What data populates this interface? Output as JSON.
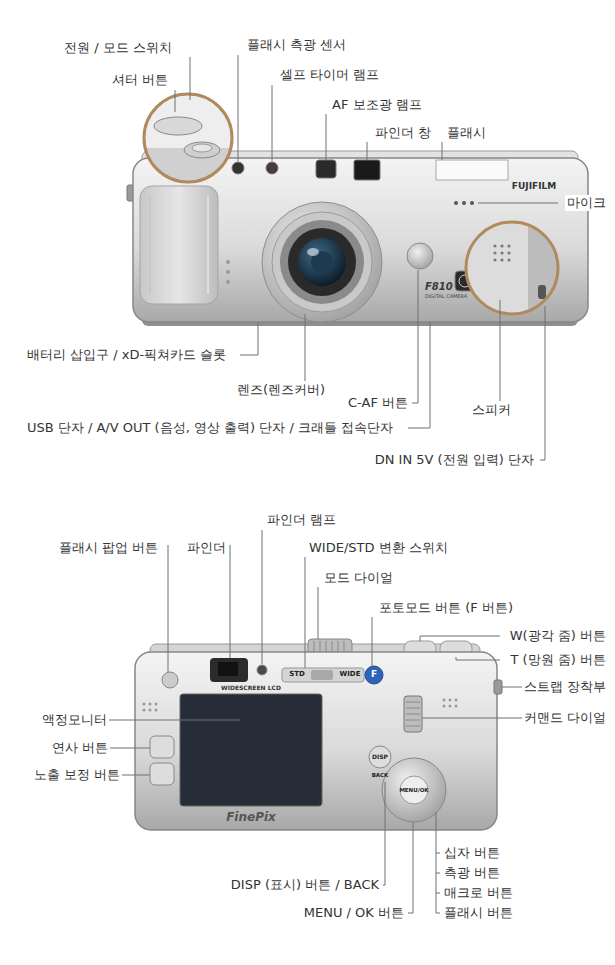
{
  "diagram": {
    "labels": [
      "전원 / 모드 스위치",
      "플래시 측광 센서",
      "셔터 버튼",
      "셀프 타이머 램프",
      "AF 보조광 램프",
      "파인더 창",
      "플래시",
      "FUJIFILM",
      "마이크",
      "F810",
      "DIGITAL CAMERA",
      "배터리 삽입구 / xD-픽쳐카드 슬롯",
      "렌즈(렌즈커버)",
      "C-AF 버튼",
      "스피커",
      "USB 단자 / A/V OUT (음성, 영상 출력) 단자 / 크래들 접속단자",
      "DN IN 5V (전원 입력) 단자",
      "파인더 램프",
      "플래시 팝업 버튼",
      "파인더",
      "WIDE/STD 변환 스위치",
      "모드 다이얼",
      "포토모드 버튼 (F 버튼)",
      "W(광각 줌) 버튼",
      "T (망원 줌) 버튼",
      "STD",
      "WIDE",
      "F",
      "WIDESCREEN LCD",
      "스트랩 장착부",
      "액정모니터",
      "커맨드 다이얼",
      "연사 버튼",
      "노출 보정 버튼",
      "DISP",
      "BACK",
      "MENU/OK",
      "FinePix",
      "DISP (표시) 버튼 / BACK",
      "십자 버튼",
      "측광 버튼",
      "매크로 버튼",
      "MENU / OK 버튼",
      "플래시 버튼"
    ]
  }
}
